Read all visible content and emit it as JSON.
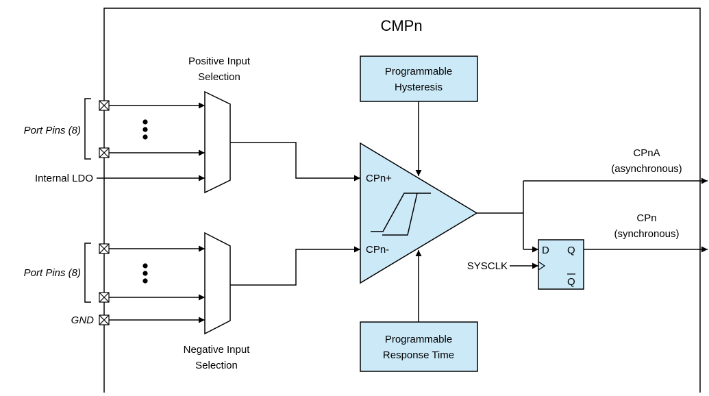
{
  "block_title": "CMPn",
  "positive_mux": {
    "label_line1": "Positive Input",
    "label_line2": "Selection"
  },
  "negative_mux": {
    "label_line1": "Negative Input",
    "label_line2": "Selection"
  },
  "hysteresis": {
    "line1": "Programmable",
    "line2": "Hysteresis"
  },
  "response_time": {
    "line1": "Programmable",
    "line2": "Response Time"
  },
  "comparator": {
    "plus_label": "CPn+",
    "minus_label": "CPn-"
  },
  "inputs": {
    "port_pins_top": "Port Pins (8)",
    "internal_ldo": "Internal LDO",
    "port_pins_bottom": "Port Pins (8)",
    "gnd": "GND"
  },
  "flipflop": {
    "d": "D",
    "q": "Q",
    "qbar": "Q",
    "clock": "SYSCLK"
  },
  "outputs": {
    "async_name": "CPnA",
    "async_desc": "(asynchronous)",
    "sync_name": "CPn",
    "sync_desc": "(synchronous)"
  },
  "colors": {
    "block_fill": "#cce9f8",
    "line": "#000000"
  }
}
